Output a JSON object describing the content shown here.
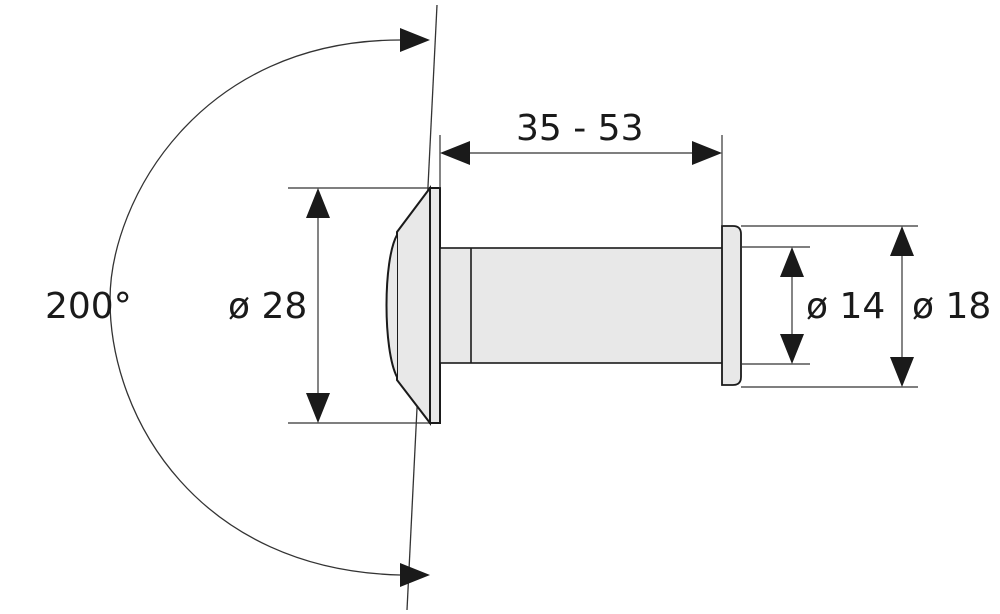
{
  "diagram": {
    "subject": "door viewer dimension drawing",
    "labels": {
      "angle": "200°",
      "flange_diameter": "ø 28",
      "length_range": "35 - 53",
      "inner_diameter": "ø 14",
      "outer_diameter": "ø 18"
    },
    "colors": {
      "line": "#1a1a1a",
      "fill": "#e8e8e8",
      "background": "#ffffff"
    }
  }
}
